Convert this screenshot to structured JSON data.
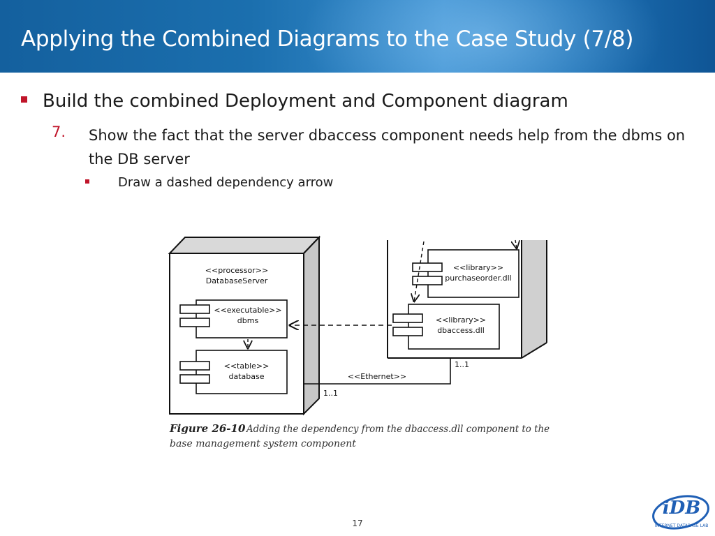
{
  "slide": {
    "title": "Applying the Combined Diagrams to the Case Study (7/8)",
    "bullet_main": "Build the combined Deployment and Component diagram",
    "step_number": "7.",
    "step_text": "Show the fact that the server dbaccess component needs help from the dbms on the DB server",
    "sub_bullet": "Draw a dashed dependency arrow",
    "page_number": "17"
  },
  "figure": {
    "db_node_stereotype": "<<processor>>",
    "db_node_name": "DatabaseServer",
    "dbms_stereotype": "<<executable>>",
    "dbms_name": "dbms",
    "database_stereotype": "<<table>>",
    "database_name": "database",
    "purchaseorder_stereotype": "<<library>>",
    "purchaseorder_name": "purchaseorder.dll",
    "dbaccess_stereotype": "<<library>>",
    "dbaccess_name": "dbaccess.dll",
    "link_label": "<<Ethernet>>",
    "multiplicity_left": "1..1",
    "multiplicity_right": "1..1",
    "caption_label": "Figure 26-10",
    "caption_line1": "Adding the dependency from the dbaccess.dll component to the",
    "caption_line2": "base management system component"
  },
  "logo": {
    "text": "iDB",
    "ring_text": "INTERNET DATABASE LAB",
    "color": "#1f5fb5"
  },
  "colors": {
    "header_blue": "#1b6fae",
    "accent_red": "#c0152a"
  }
}
